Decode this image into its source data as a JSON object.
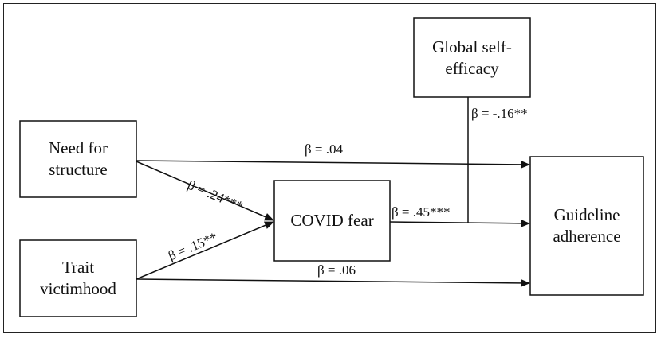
{
  "nodes": {
    "need_for_structure": {
      "line1": "Need for",
      "line2": "structure"
    },
    "trait_victimhood": {
      "line1": "Trait",
      "line2": "victimhood"
    },
    "covid_fear": {
      "line1": "COVID fear"
    },
    "global_self_efficacy": {
      "line1": "Global self-",
      "line2": "efficacy"
    },
    "guideline_adherence": {
      "line1": "Guideline",
      "line2": "adherence"
    }
  },
  "paths": {
    "structure_to_adherence": "β = .04",
    "structure_to_fear": "β = .24***",
    "victimhood_to_fear": "β = .15**",
    "fear_to_adherence": "β = .45***",
    "efficacy_moderation": "β = -.16**",
    "victimhood_to_adherence": "β = .06"
  },
  "colors": {
    "stroke": "#111111",
    "text": "#111111"
  }
}
